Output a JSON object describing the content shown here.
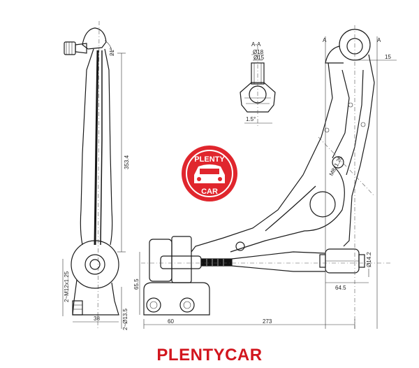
{
  "drawing": {
    "dimensions": {
      "ball_stud_angle": "21°",
      "length_side": "353.4",
      "thread": "2~M12x1.25",
      "hole_pair": "2~Ø13.5",
      "width_38": "38",
      "section_title": "A-A",
      "dia_18": "Ø18",
      "dia_15": "Ø15",
      "taper": "1.5°",
      "m8": "M8x1.25",
      "offset_15": "15",
      "bush_dia": "Ø14.2",
      "bush_width": "64.5",
      "height_65": "65.5",
      "width_60": "60",
      "length_273": "273",
      "section_mark": "A"
    }
  },
  "logo": {
    "top": "PLENTY",
    "bottom": "CAR"
  },
  "brand": {
    "name": "PLENTYCAR"
  },
  "colors": {
    "brand_red": "#d2161e",
    "logo_red": "#e0262d"
  }
}
